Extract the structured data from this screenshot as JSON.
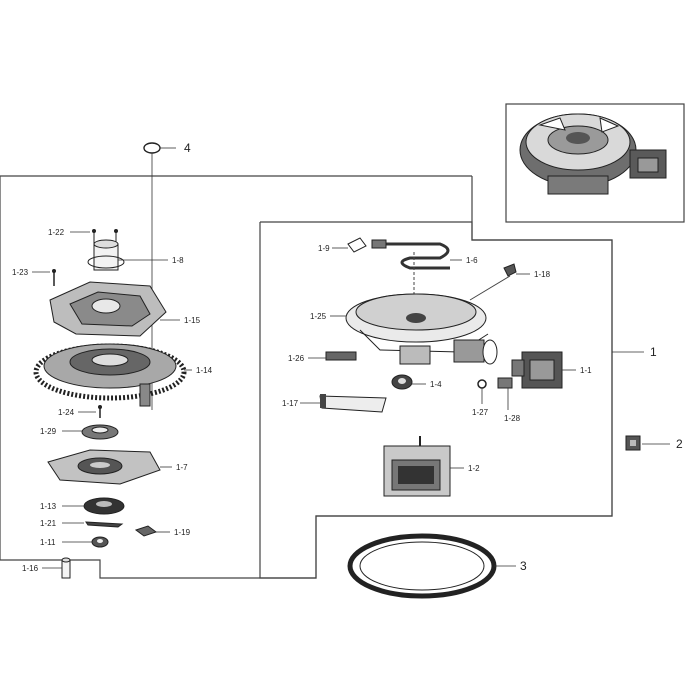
{
  "callouts": {
    "c1": "1",
    "c2": "2",
    "c3": "3",
    "c4": "4",
    "c1_1": "1-1",
    "c1_2": "1-2",
    "c1_4": "1-4",
    "c1_6": "1-6",
    "c1_7": "1-7",
    "c1_8": "1-8",
    "c1_9": "1-9",
    "c1_11": "1-11",
    "c1_13": "1-13",
    "c1_14": "1-14",
    "c1_15": "1-15",
    "c1_16": "1-16",
    "c1_17": "1-17",
    "c1_18": "1-18",
    "c1_19": "1-19",
    "c1_21": "1-21",
    "c1_22": "1-22",
    "c1_23": "1-23",
    "c1_24": "1-24",
    "c1_25": "1-25",
    "c1_26": "1-26",
    "c1_27": "1-27",
    "c1_28": "1-28",
    "c1_29": "1-29"
  }
}
